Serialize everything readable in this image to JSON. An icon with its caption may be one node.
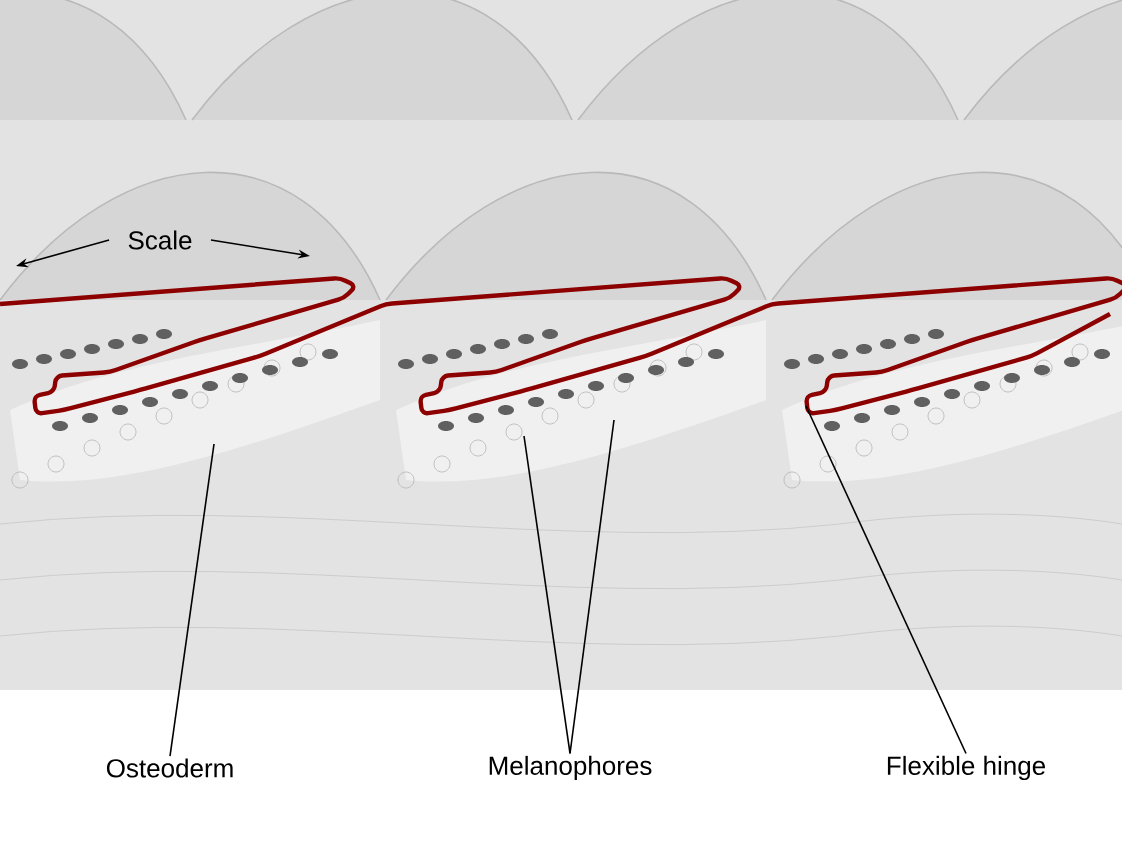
{
  "diagram": {
    "nodes": [
      {
        "text": [
          "Scale"
        ]
      },
      {
        "text": [
          "Osteoderm"
        ]
      },
      {
        "text": [
          "Melanophores"
        ]
      },
      {
        "text": [
          "Flexible hinge"
        ]
      }
    ],
    "edges": [
      {
        "from": 0,
        "to": null,
        "arrow": "to"
      },
      {
        "from": 0,
        "to": null,
        "arrow": "to"
      },
      {
        "from": 1,
        "to": null,
        "arrow": "none"
      },
      {
        "from": 2,
        "to": null,
        "arrow": "none"
      },
      {
        "from": 2,
        "to": null,
        "arrow": "none"
      },
      {
        "from": 3,
        "to": null,
        "arrow": "none"
      }
    ]
  }
}
